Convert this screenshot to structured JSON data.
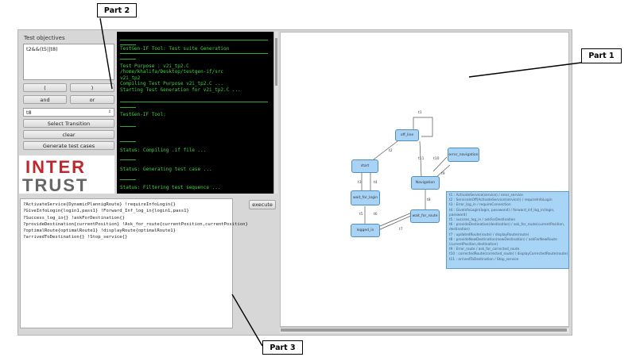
{
  "left_panel": {
    "objectives_label": "Test objectives",
    "objectives_value": "t2&&(t5||t8)",
    "open_paren_label": "(",
    "close_paren_label": ")",
    "and_label": "and",
    "or_label": "or",
    "transition_selected": "t8",
    "select_transition_label": "Select Transition",
    "clear_label": "clear",
    "generate_label": "Generate test cases"
  },
  "logo": {
    "line1": "INTER",
    "line2": "TRUST"
  },
  "console": {
    "lines": [
      "TestGen-IF Tool: Test suite Generation",
      "Test Purpose : v2i_tp2.C",
      "/home/khalifa/Desktop/testgen-if/src",
      "v2i_tp2",
      "Compiling Test Purpose v2i_tp2.C ...",
      "Starting Test Generation for v2i_tp2.C ...",
      "TestGen-IF Tool:",
      "Status: Compiling .if file ...",
      "Status: Generating test case ...",
      "Status: Filtering test sequence ..."
    ]
  },
  "script": {
    "lines": [
      "?ActivateService{DynamicPlannigRoute} !requireInfoLogin{}",
      "?GiveInfoLogin{login1,pass1} !Forward_Inf_log_in{login1,pass1}",
      "?Success_log_in{} !askForDestination{}",
      "?provideDestination{currentPosition} !Ask_for_route{currentPosition,currentPosition}",
      "?optimalRoute{optimalRoute1} !displayRoute{optimalRoute1}",
      "?arrivedToDestination{} !Stop_service{}"
    ],
    "execute_label": "execute"
  },
  "diagram": {
    "states": {
      "off_line": "off_line",
      "start": "start",
      "wait_for_login": "wait_for_login",
      "logged_in": "logged_in",
      "wait_for_route": "wait_for_route",
      "navigation": "Navigation",
      "error_navigation": "error_navigation"
    },
    "transitions": {
      "t1": "t1",
      "t2": "t2",
      "t3": "t3",
      "t4": "t4",
      "t5": "t5",
      "t6": "t6",
      "t7": "t7",
      "t8": "t8",
      "t9": "t9",
      "t10": "t10",
      "t11": "t11"
    },
    "legend": [
      "t1 : ActivateService(service) / error_service",
      "t2 : ServiceInOff(ActivateService(service)) / requireInfoLogin",
      "t3 : Error_log_in / requireConnection",
      "t4 : GiveInfoLogin(login, passwond) / forward_inf_log_in(login,",
      "password)",
      "t5 : success_log_in / askForDestination",
      "t6 : provideDestination(destination) / ask_for_route(currentPosition,",
      "destination)",
      "t7 : updatedRoute(route) / displayRoute(route)",
      "t8 : provideNewDestination(newDestination) / askForNewRoute",
      "(currentPosition,destination)",
      "t9 : Error_route / ask_for_corrected_route",
      "t10 : correctedRoute(corrected_route) / displayCorrectedRoute(route)",
      "t11 : arrivedToDestination / Stop_service"
    ]
  },
  "callouts": {
    "part1": "Part 1",
    "part2": "Part 2",
    "part3": "Part 3"
  },
  "colors": {
    "console_text": "#3fd43f",
    "state_fill": "#a9d3f5",
    "legend_fill": "#a8d4f5",
    "logo_red": "#c0262d",
    "logo_gray": "#666666"
  }
}
